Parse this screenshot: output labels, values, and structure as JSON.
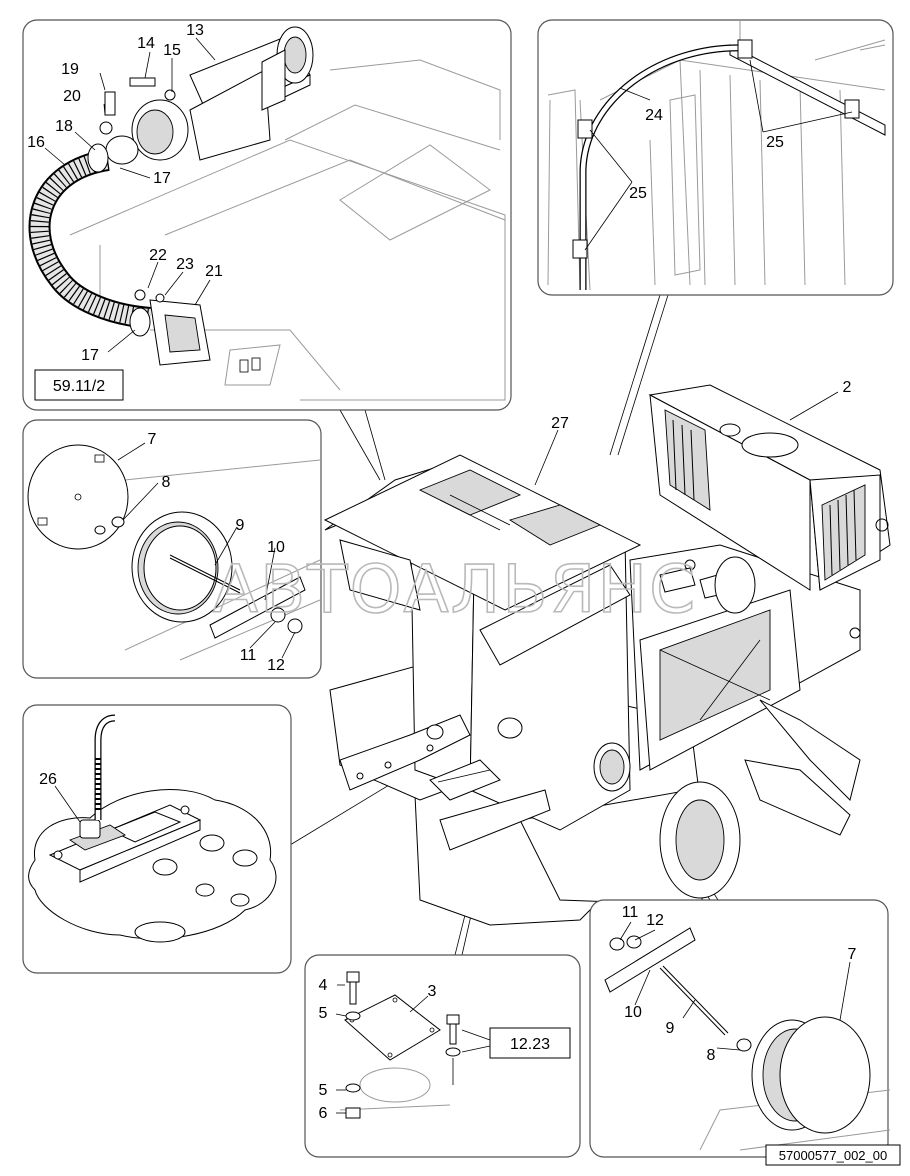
{
  "document_code": "57000577_002_00",
  "watermark": "АВТОАЛЬЯНС",
  "references": {
    "ref_59": "59.11/2",
    "ref_12": "12.23"
  },
  "callouts": {
    "top_left": [
      "13",
      "14",
      "15",
      "19",
      "20",
      "18",
      "16",
      "17",
      "22",
      "23",
      "21",
      "17"
    ],
    "top_right": [
      "24",
      "25",
      "25"
    ],
    "main": [
      "27",
      "2"
    ],
    "mid_left": [
      "7",
      "8",
      "9",
      "10",
      "11",
      "12"
    ],
    "lower_left": [
      "26"
    ],
    "bottom_center": [
      "4",
      "3",
      "5",
      "5",
      "6"
    ],
    "bottom_right": [
      "11",
      "12",
      "10",
      "9",
      "8",
      "7"
    ]
  }
}
